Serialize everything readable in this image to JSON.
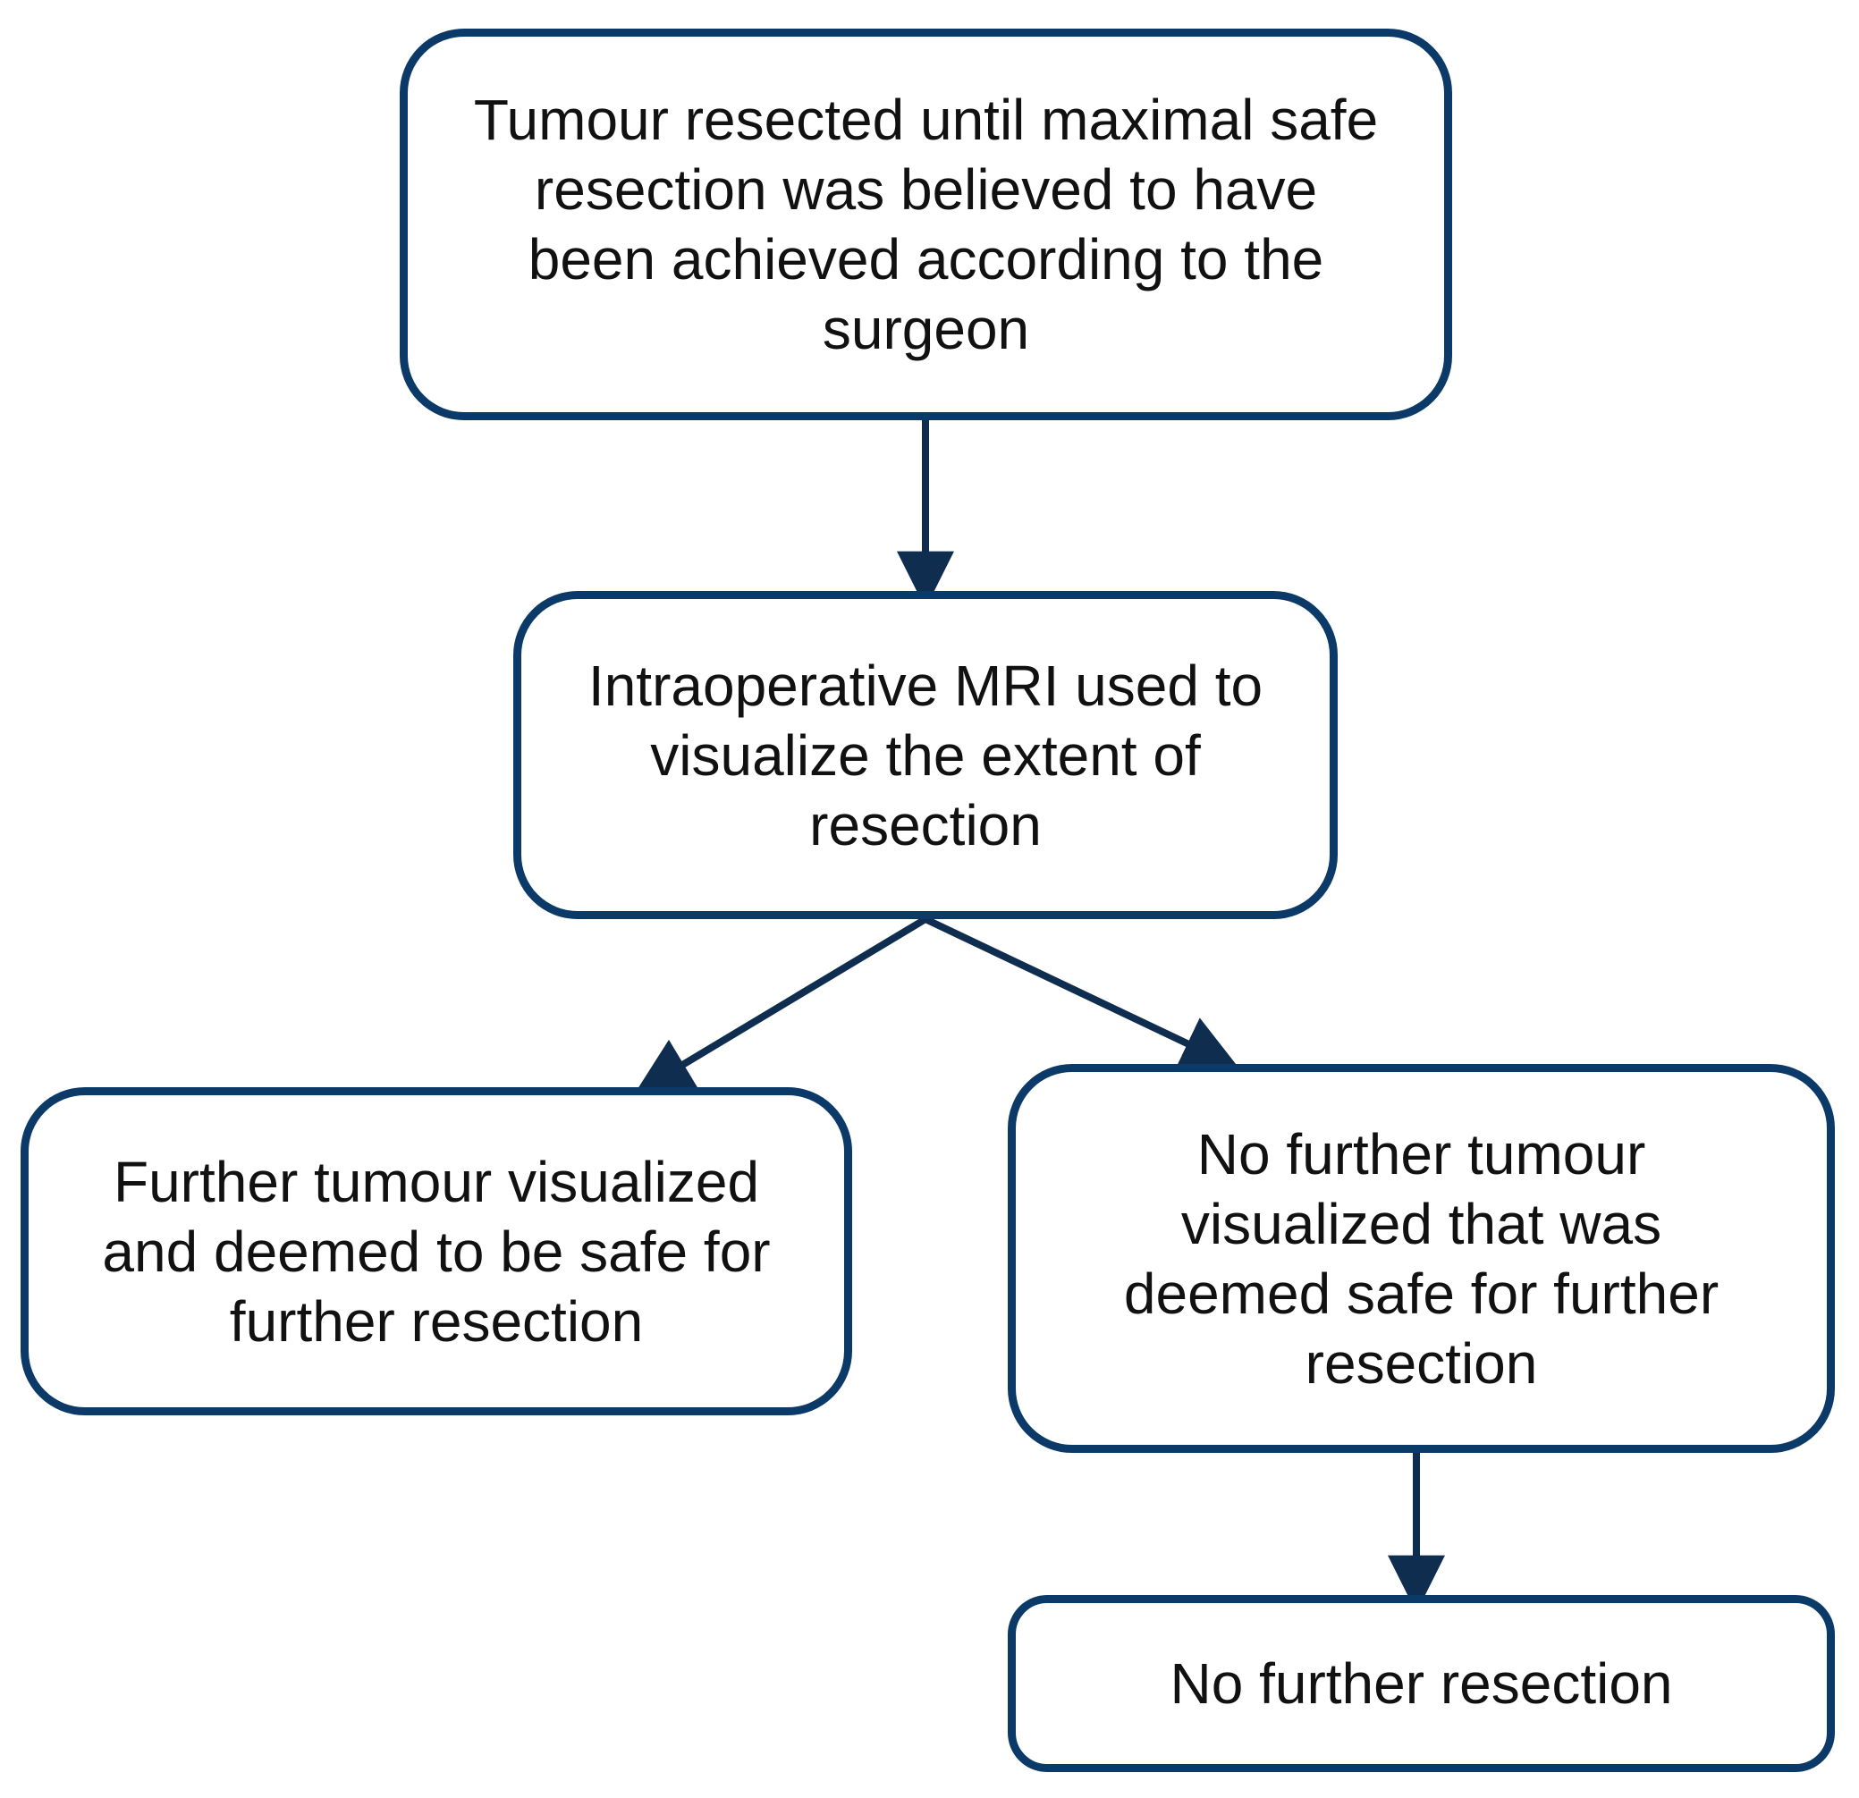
{
  "diagram": {
    "colors": {
      "border": "#0b3a68",
      "arrow": "#0f2d4f",
      "text": "#111111",
      "background": "#ffffff"
    },
    "nodes": [
      {
        "id": "node-1",
        "text": "Tumour resected until maximal safe\nresection was believed to have\nbeen achieved according to the\nsurgeon"
      },
      {
        "id": "node-2",
        "text": "Intraoperative MRI used to\nvisualize the extent of\nresection"
      },
      {
        "id": "node-3",
        "text": "Further tumour visualized\nand deemed to be safe for\nfurther resection"
      },
      {
        "id": "node-4",
        "text": "No further tumour\nvisualized that was\ndeemed safe for further\nresection"
      },
      {
        "id": "node-5",
        "text": "No further resection"
      }
    ],
    "edges": [
      {
        "from": "node-1",
        "to": "node-2"
      },
      {
        "from": "node-2",
        "to": "node-3"
      },
      {
        "from": "node-2",
        "to": "node-4"
      },
      {
        "from": "node-4",
        "to": "node-5"
      }
    ]
  }
}
